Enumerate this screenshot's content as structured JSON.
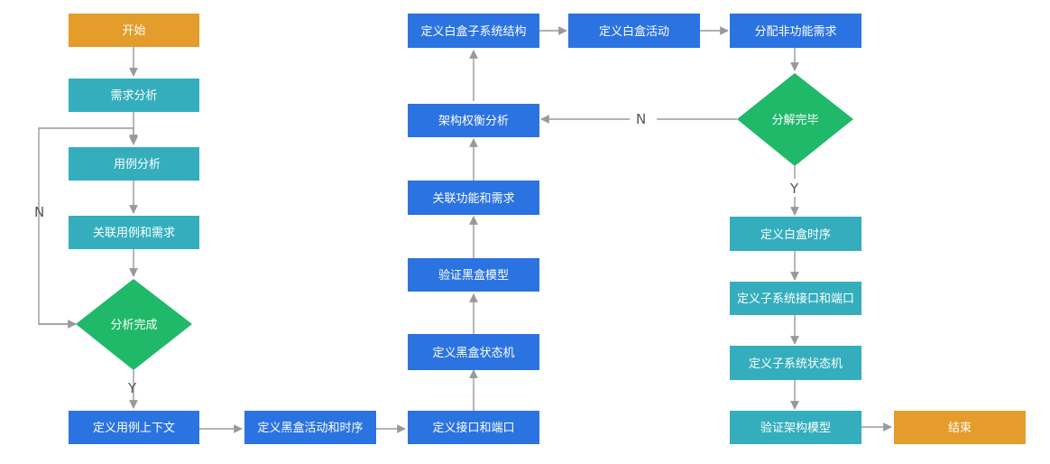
{
  "colors": {
    "start_end": "#e49c2a",
    "analysis": "#34aebd",
    "decision": "#20b96a",
    "blackbox": "#2b73e0",
    "whitebox": "#2b73e0",
    "arrow": "#999999"
  },
  "nodes": {
    "start": "开始",
    "req_analysis": "需求分析",
    "usecase_analysis": "用例分析",
    "link_usecase_req": "关联用例和需求",
    "analysis_done": "分析完成",
    "define_usecase_context": "定义用例上下文",
    "define_bb_activity_seq": "定义黑盒活动和时序",
    "define_interface_port": "定义接口和端口",
    "define_bb_statemachine": "定义黑盒状态机",
    "verify_bb_model": "验证黑盒模型",
    "link_func_req": "关联功能和需求",
    "arch_tradeoff": "架构权衡分析",
    "define_wb_subsystem": "定义白盒子系统结构",
    "define_wb_activity": "定义白盒活动",
    "alloc_nonfunc_req": "分配非功能需求",
    "decompose_done": "分解完毕",
    "define_wb_sequence": "定义白盒时序",
    "define_subsys_interface_port": "定义子系统接口和端口",
    "define_subsys_statemachine": "定义子系统状态机",
    "verify_arch_model": "验证架构模型",
    "end": "结束"
  },
  "edge_labels": {
    "no_1": "N",
    "yes_1": "Y",
    "no_2": "N",
    "yes_2": "Y"
  }
}
